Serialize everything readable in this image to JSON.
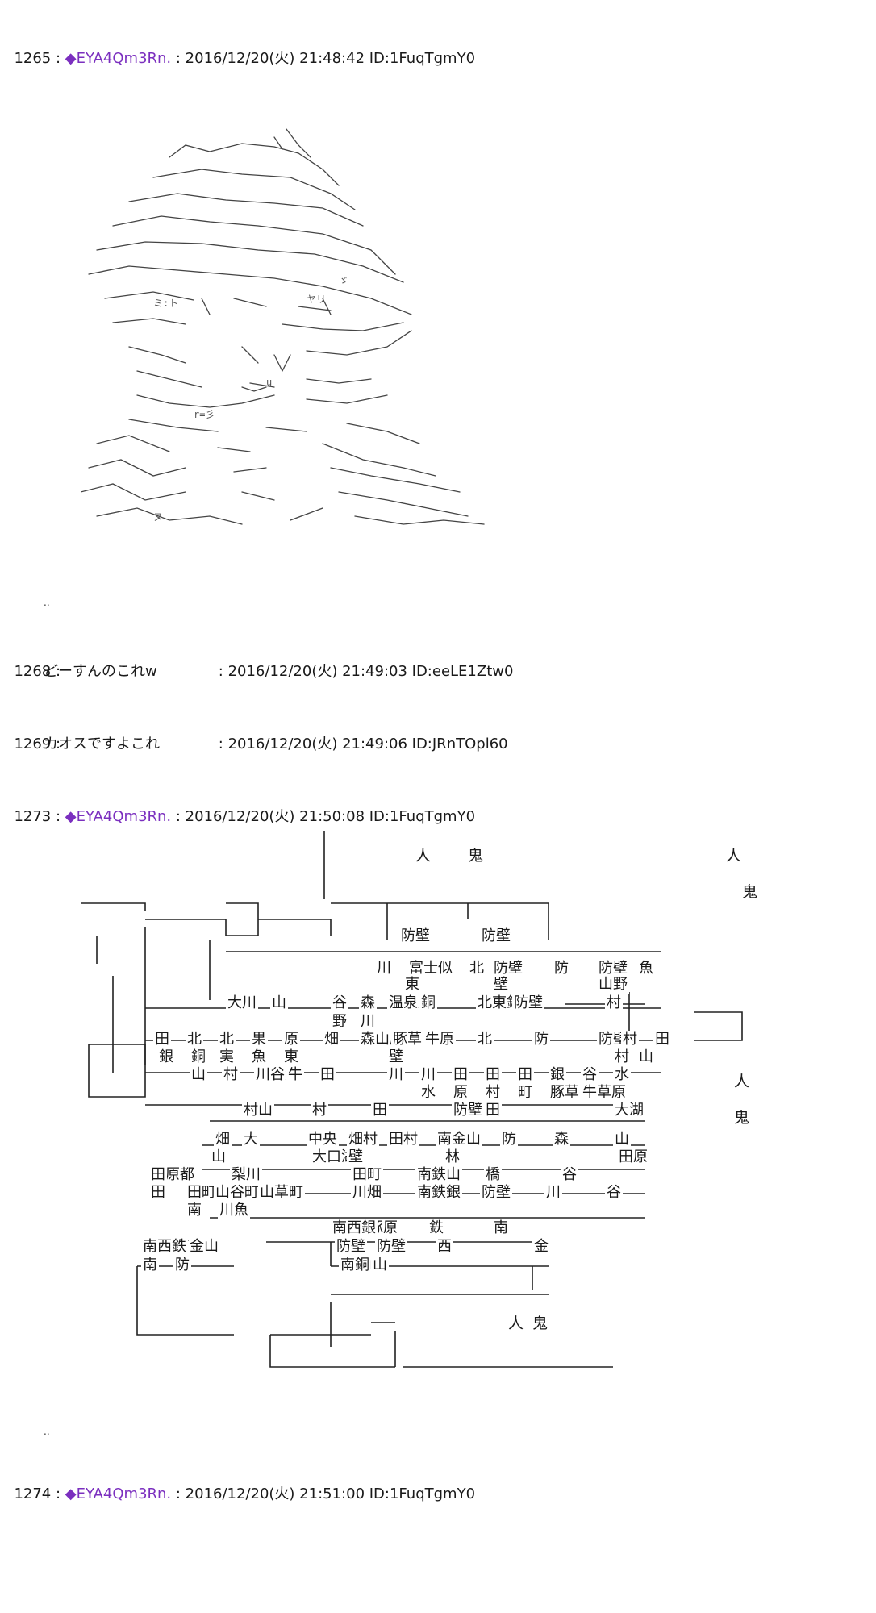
{
  "posts": [
    {
      "num": "1265",
      "sep": " : ",
      "trip": "◆EYA4Qm3Rn.",
      "meta": " : 2016/12/20(火) 21:48:42 ID:1FuqTgmY0"
    },
    {
      "num": "1268",
      "sep": " : ",
      "trip": "",
      "meta": ": 2016/12/20(火) 21:49:03 ID:eeLE1Ztw0",
      "body": "どーすんのこれw"
    },
    {
      "num": "1269",
      "sep": " : ",
      "trip": "",
      "meta": ": 2016/12/20(火) 21:49:06 ID:JRnTOpl60",
      "body": "カオスですよこれ"
    },
    {
      "num": "1273",
      "sep": " : ",
      "trip": "◆EYA4Qm3Rn.",
      "meta": " : 2016/12/20(火) 21:50:08 ID:1FuqTgmY0"
    },
    {
      "num": "1274",
      "sep": " : ",
      "trip": "◆EYA4Qm3Rn.",
      "meta": " : 2016/12/20(火) 21:51:00 ID:1FuqTgmY0"
    }
  ],
  "ellipsis": "..",
  "map": {
    "top_labels": [
      "人",
      "鬼",
      "人",
      "鬼",
      "人",
      "鬼",
      "人",
      "鬼"
    ],
    "cells": [
      "防壁",
      "防壁",
      "川",
      "富士似",
      "北",
      "防壁",
      "防",
      "防壁",
      "魚",
      "東",
      "壁",
      "山野",
      "大川",
      "山",
      "谷",
      "森",
      "温泉原",
      "銅",
      "北東鉄",
      "防壁",
      "村",
      "野",
      "川",
      "田",
      "北",
      "北",
      "果",
      "原",
      "畑",
      "森山鹿",
      "豚草",
      "牛原",
      "北",
      "防",
      "防壁",
      "村",
      "田",
      "銀",
      "銅",
      "実",
      "魚",
      "東",
      "壁",
      "村",
      "山",
      "山",
      "村",
      "川谷魚",
      "牛",
      "田",
      "川",
      "川",
      "田",
      "田",
      "田",
      "銀",
      "谷",
      "水",
      "水",
      "原",
      "村",
      "町",
      "豚草",
      "牛草原",
      "村山",
      "村",
      "田",
      "防壁",
      "田",
      "大湖",
      "畑",
      "大",
      "中央",
      "畑村",
      "田村",
      "南金山",
      "防",
      "森",
      "山",
      "山",
      "大口湖",
      "壁",
      "林",
      "田原",
      "草原都",
      "梨川",
      "田町",
      "南鉄山",
      "橋",
      "谷",
      "田",
      "田",
      "田町",
      "山谷町",
      "山草町",
      "川畑",
      "南鉄銀",
      "防壁",
      "川",
      "谷",
      "南",
      "川魚",
      "谷口",
      "豚原",
      "鉄",
      "南",
      "南西銀",
      "山",
      "南金山",
      "防壁",
      "防壁",
      "西",
      "金",
      "南西鉄",
      "南",
      "防",
      "銀",
      "壁",
      "南銅山",
      "山"
    ]
  }
}
